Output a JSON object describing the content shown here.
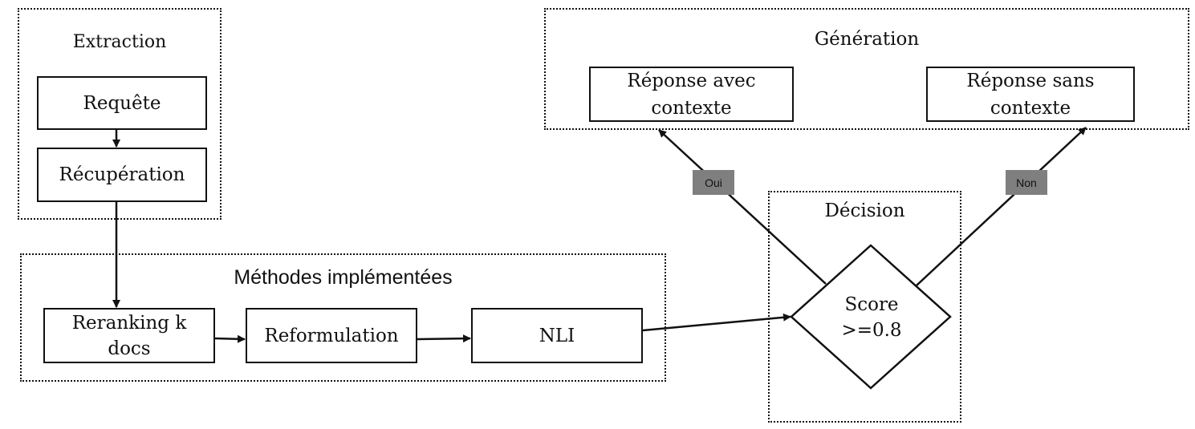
{
  "groups": {
    "extraction": "Extraction",
    "methods": "Méthodes implémentées",
    "generation": "Génération",
    "decision": "Décision"
  },
  "nodes": {
    "requete": "Requête",
    "recuperation": "Récupération",
    "reranking": "Reranking k docs",
    "reformulation": "Reformulation",
    "nli": "NLI",
    "score_line1": "Score",
    "score_line2": ">=0.8",
    "reponse_avec": "Réponse avec contexte",
    "reponse_sans": "Réponse sans contexte"
  },
  "edge_labels": {
    "oui": "Oui",
    "non": "Non"
  }
}
